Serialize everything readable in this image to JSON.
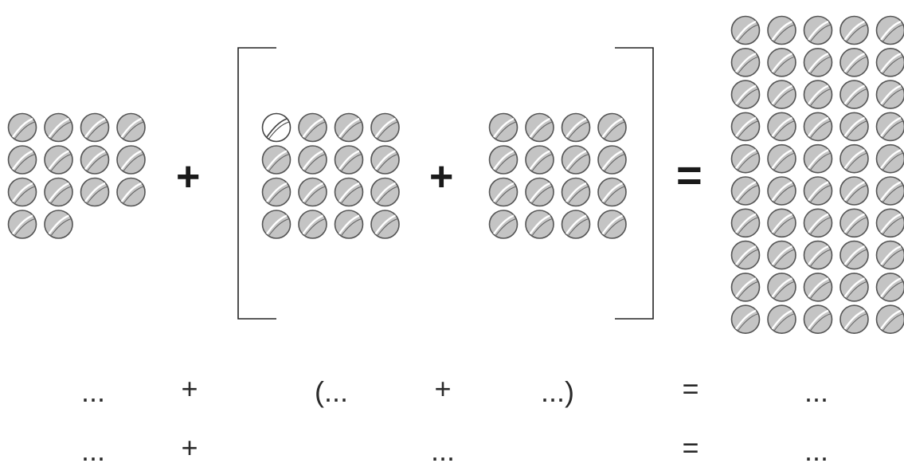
{
  "figure": {
    "groups": [
      {
        "label": "first-group",
        "ball_count": 14,
        "columns": 4,
        "rows": 4,
        "white_balls": 0
      },
      {
        "label": "bracket-group-left",
        "ball_count": 16,
        "columns": 4,
        "rows": 4,
        "white_balls": 1
      },
      {
        "label": "bracket-group-right",
        "ball_count": 16,
        "columns": 4,
        "rows": 4,
        "white_balls": 0
      },
      {
        "label": "result-group",
        "ball_count": 50,
        "columns": 5,
        "rows": 10,
        "white_balls": 0
      }
    ],
    "operators": {
      "plus": "+",
      "equals": "="
    },
    "row1": {
      "a": "...",
      "op1": "+",
      "b": "(...",
      "op2": "+",
      "c": "...)",
      "eq": "=",
      "result": "..."
    },
    "row2": {
      "a": "...",
      "op1": "+",
      "b": "...",
      "eq": "=",
      "result": "..."
    },
    "colors": {
      "ball_fill": "#c4c4c4",
      "ball_stroke": "#555555",
      "ball_seam": "#ffffff",
      "white_ball_fill": "#ffffff"
    }
  }
}
